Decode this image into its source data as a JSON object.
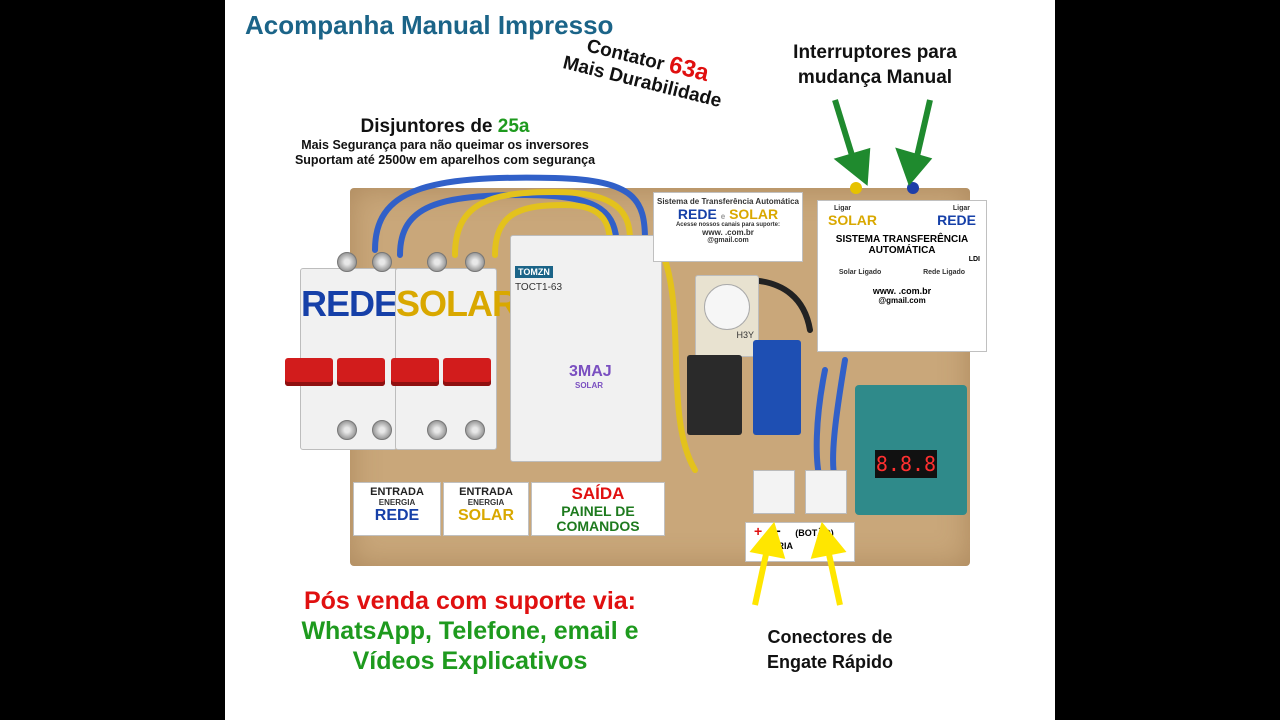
{
  "title": "Acompanha Manual Impresso",
  "contator": {
    "line1": "Contator",
    "amp": "63a",
    "line2": "Mais Durabilidade"
  },
  "interruptores": {
    "line1": "Interruptores para",
    "line2": "mudança Manual"
  },
  "disjuntores": {
    "heading": "Disjuntores de",
    "amp": "25a",
    "line1": "Mais Segurança para não queimar os inversores",
    "line2": "Suportam até 2500w em aparelhos com segurança"
  },
  "breakers": {
    "left": "REDE",
    "right": "SOLAR"
  },
  "system_card": {
    "title": "Sistema de Transferência Automática",
    "rede": "REDE",
    "e": "e",
    "solar": "SOLAR",
    "contact": "Acesse nossos canais para suporte:",
    "web": "www.        .com.br",
    "email": "@gmail.com"
  },
  "contactor_model": {
    "brand": "TOMZN",
    "model": "TOCT1-63",
    "logo": "3MAJ",
    "logo_sub": "SOLAR"
  },
  "timer_model": "H3Y",
  "control_box": {
    "ligar1": "Ligar",
    "ligar2": "Ligar",
    "solar": "SOLAR",
    "rede": "REDE",
    "title1": "SISTEMA TRANSFERÊNCIA",
    "title2": "AUTOMÁTICA",
    "code": "LDI",
    "solar_ligado": "Solar Ligado",
    "rede_ligado": "Rede Ligado",
    "web": "www.        .com.br",
    "email": "@gmail.com"
  },
  "labels_bottom": {
    "entrada": "ENTRADA",
    "energia": "ENERGIA",
    "rede": "REDE",
    "solar": "SOLAR",
    "saida": "SAÍDA",
    "painel": "PAINEL DE",
    "comandos": "COMANDOS"
  },
  "battery_label": {
    "plus": "+",
    "minus": "−",
    "text": "TERIA",
    "botao": "(BOTÃO)"
  },
  "display_value": "8.8.8",
  "posvenda": {
    "line1": "Pós venda com suporte via:",
    "line2": "WhatsApp, Telefone, email e",
    "line3": "Vídeos Explicativos"
  },
  "conectores": {
    "line1": "Conectores de",
    "line2": "Engate Rápido"
  },
  "colors": {
    "title": "#1b6488",
    "accent_red": "#e01010",
    "accent_green": "#1e9a1e",
    "arrow_green": "#1f8a2e",
    "arrow_yellow": "#ffe600",
    "board": "#c9a77a"
  }
}
